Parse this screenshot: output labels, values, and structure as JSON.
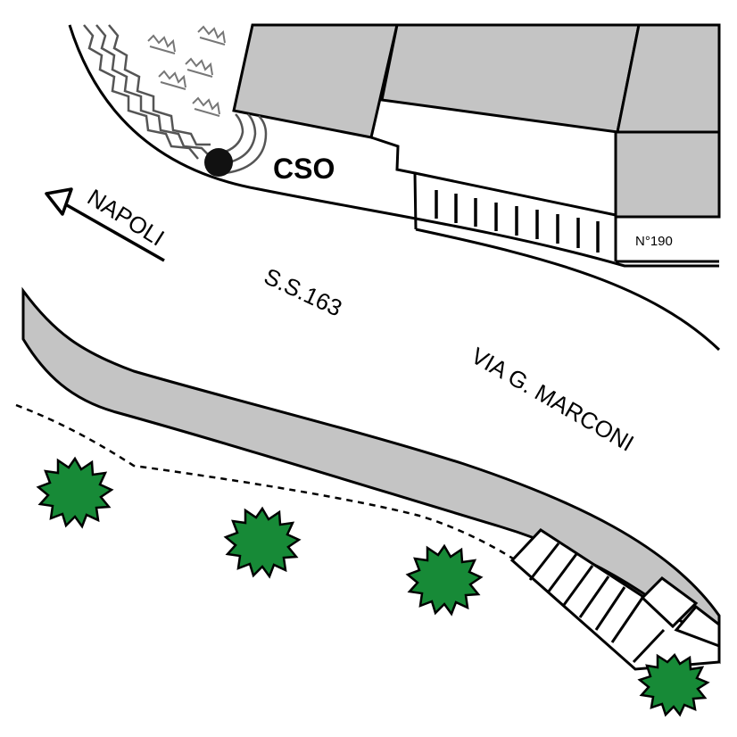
{
  "labels": {
    "cso": "CSO",
    "napoli": "NAPOLI",
    "road_code": "S.S.163",
    "street": "VIA G. MARCONI",
    "house_number": "N°190"
  },
  "colors": {
    "building": "#c4c4c4",
    "sidewalk": "#c4c4c4",
    "outline": "#000000",
    "tree": "#178a37",
    "background": "#ffffff"
  },
  "icons": {
    "direction_arrow": "arrow-up-left-icon",
    "cso_marker": "filled-circle-icon",
    "tree": "tree-icon"
  }
}
